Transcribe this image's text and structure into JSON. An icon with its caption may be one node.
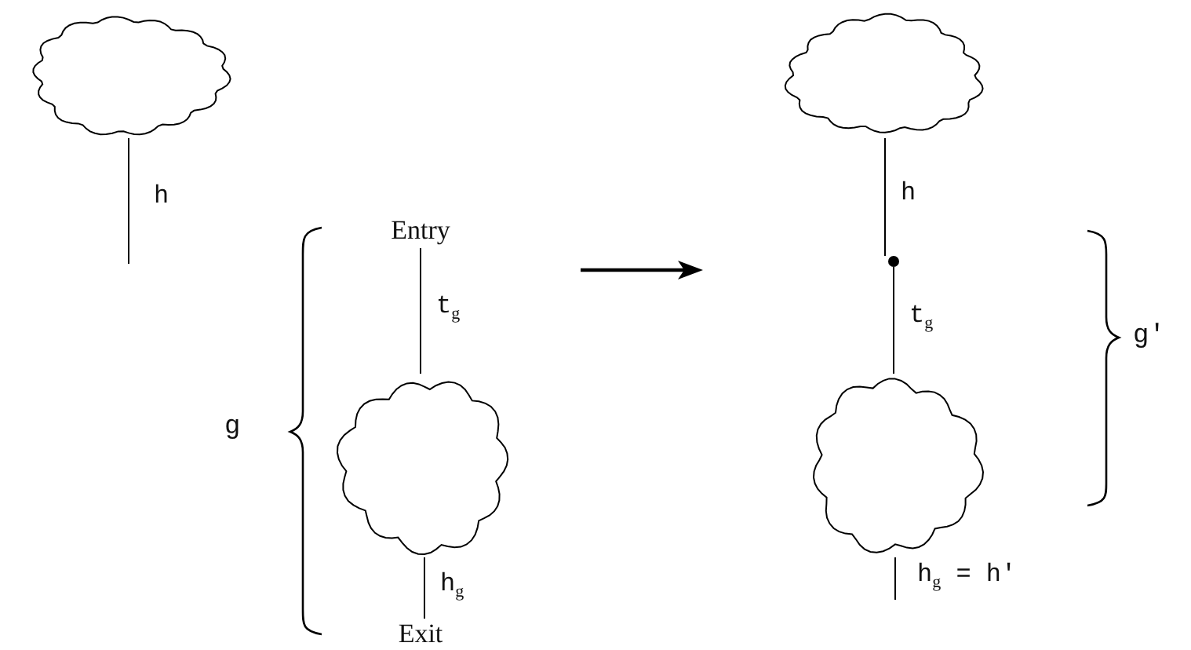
{
  "diagram": {
    "nodes": [
      {
        "text": [],
        "shape": "cloud"
      },
      {
        "text": [
          "Entry"
        ]
      },
      {
        "text": [],
        "shape": "cloud"
      },
      {
        "text": [
          "Exit"
        ]
      },
      {
        "text": [],
        "shape": "cloud"
      },
      {
        "text": [],
        "shape": "circle"
      },
      {
        "text": [],
        "shape": "cloud"
      }
    ],
    "edges": [
      {
        "from": 0,
        "to": null,
        "arrow": "none",
        "label": "h"
      },
      {
        "from": 1,
        "to": 2,
        "arrow": "none",
        "label": "t$_{g}$"
      },
      {
        "from": 2,
        "to": 3,
        "arrow": "none",
        "label": "h$_{g}$"
      },
      {
        "from": 4,
        "to": 5,
        "arrow": "none",
        "label": "h"
      },
      {
        "from": 5,
        "to": 6,
        "arrow": "none",
        "label": "t$_{g}$"
      },
      {
        "from": 6,
        "to": null,
        "arrow": "none",
        "label": "h$_{g}$ = h'"
      }
    ],
    "labels": [
      "g",
      "g'"
    ]
  }
}
